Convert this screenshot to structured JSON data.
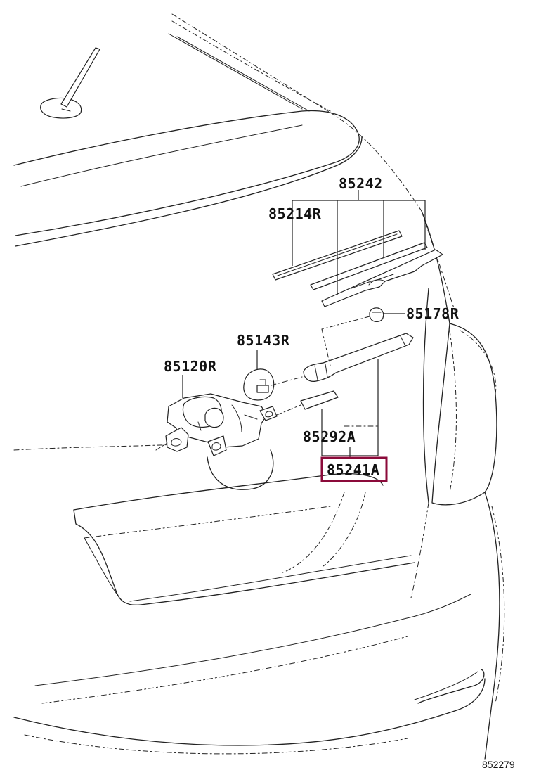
{
  "diagram": {
    "highlight_color": "#8b0a3a",
    "parts": [
      {
        "id": "p85242",
        "number": "85242"
      },
      {
        "id": "p85214R",
        "number": "85214R"
      },
      {
        "id": "p85178R",
        "number": "85178R"
      },
      {
        "id": "p85143R",
        "number": "85143R"
      },
      {
        "id": "p85120R",
        "number": "85120R"
      },
      {
        "id": "p85292A",
        "number": "85292A"
      },
      {
        "id": "p85241A",
        "number": "85241A",
        "highlighted": true
      }
    ],
    "drawing_code": "852279"
  }
}
